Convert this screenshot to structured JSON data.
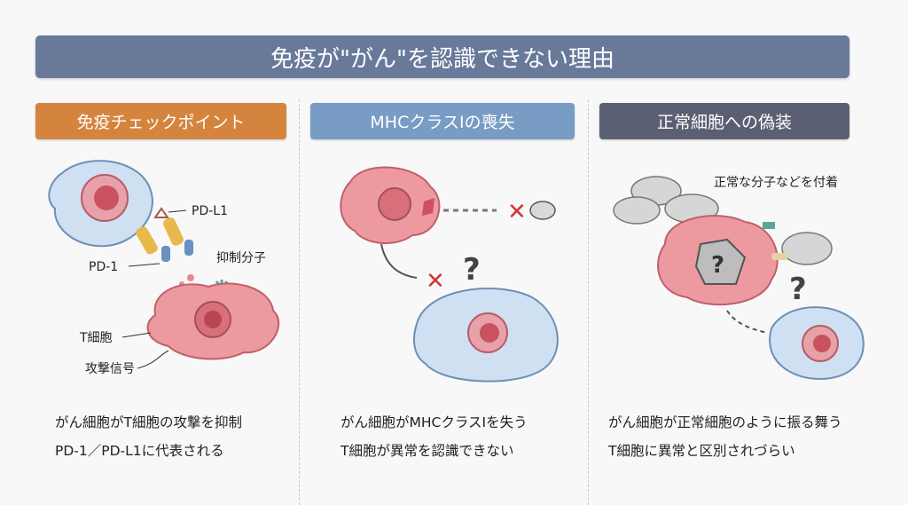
{
  "title": "免疫が\"がん\"を認識できない理由",
  "colors": {
    "title": "#68799a",
    "panel1": "#d5843e",
    "panel2": "#789cc4",
    "panel3": "#5b5f73"
  },
  "panels": [
    {
      "heading": "免疫チェックポイント",
      "labels": {
        "pdl1": "PD-L1",
        "pd1": "PD-1",
        "inhibitor": "抑制分子",
        "tcell": "T細胞",
        "signal": "攻撃信号"
      },
      "desc": [
        "がん細胞がT細胞の攻撃を抑制",
        "PD-1／PD-L1に代表される"
      ]
    },
    {
      "heading": "MHCクラスIの喪失",
      "labels": {},
      "desc": [
        "がん細胞がMHCクラスIを失う",
        "T細胞が異常を認識できない"
      ]
    },
    {
      "heading": "正常細胞への偽装",
      "labels": {
        "attach": "正常な分子などを付着"
      },
      "desc": [
        "がん細胞が正常細胞のように振る舞う",
        "T細胞に異常と区別されづらい"
      ]
    }
  ]
}
